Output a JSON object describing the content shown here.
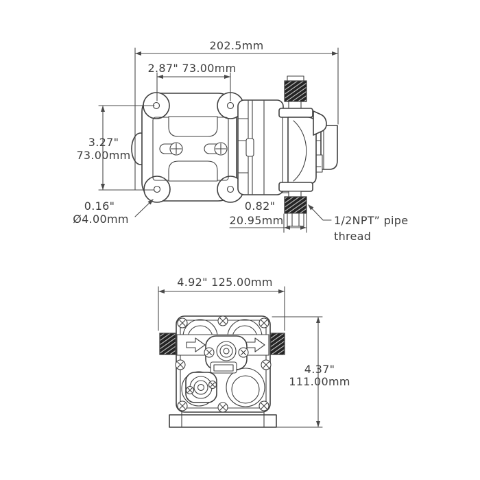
{
  "drawing_title": "diaphragm-pump-dimensional-drawing",
  "colors": {
    "line": "#3f3f3f",
    "dimension_line": "#4a4a4a",
    "text": "#3d3d3d",
    "thread_fill": "#242424",
    "background": "#ffffff"
  },
  "side_view": {
    "overall_width": "202.5mm",
    "bolt_spacing_horizontal": "2.87\" 73.00mm",
    "bolt_spacing_vertical_in": "3.27\"",
    "bolt_spacing_vertical_mm": "73.00mm",
    "mount_hole_in": "0.16\"",
    "mount_hole_mm": "Ø4.00mm",
    "port_width_in": "0.82\"",
    "port_width_mm": "20.95mm",
    "thread_note_line1": "1/2NPT” pipe",
    "thread_note_line2": "thread"
  },
  "front_view": {
    "overall_width": "4.92\" 125.00mm",
    "overall_height_in": "4.37\"",
    "overall_height_mm": "111.00mm"
  }
}
